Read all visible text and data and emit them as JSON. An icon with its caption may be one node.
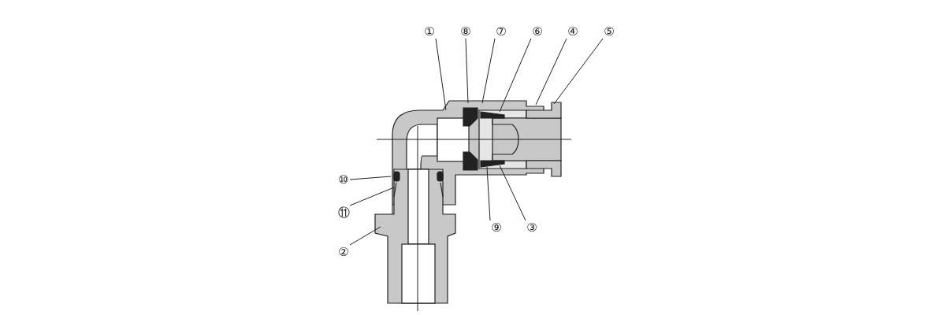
{
  "diagram": {
    "nodes": [
      {
        "text": [
          "①"
        ]
      },
      {
        "text": [
          "⑧"
        ]
      },
      {
        "text": [
          "⑦"
        ]
      },
      {
        "text": [
          "⑥"
        ]
      },
      {
        "text": [
          "④"
        ]
      },
      {
        "text": [
          "⑤"
        ]
      },
      {
        "text": [
          "⑩"
        ]
      },
      {
        "text": [
          "⑪"
        ]
      },
      {
        "text": [
          "②"
        ]
      },
      {
        "text": [
          "⑨"
        ]
      },
      {
        "text": [
          "③"
        ]
      }
    ],
    "edges": [
      {
        "from": 0,
        "to": null,
        "arrow": "none"
      },
      {
        "from": 1,
        "to": null,
        "arrow": "none"
      },
      {
        "from": 2,
        "to": null,
        "arrow": "none"
      },
      {
        "from": 3,
        "to": null,
        "arrow": "none"
      },
      {
        "from": 4,
        "to": null,
        "arrow": "none"
      },
      {
        "from": 5,
        "to": null,
        "arrow": "none"
      },
      {
        "from": 6,
        "to": null,
        "arrow": "none"
      },
      {
        "from": 7,
        "to": null,
        "arrow": "none"
      },
      {
        "from": 8,
        "to": null,
        "arrow": "none"
      },
      {
        "from": 9,
        "to": null,
        "arrow": "none"
      },
      {
        "from": 10,
        "to": null,
        "arrow": "none"
      }
    ]
  }
}
